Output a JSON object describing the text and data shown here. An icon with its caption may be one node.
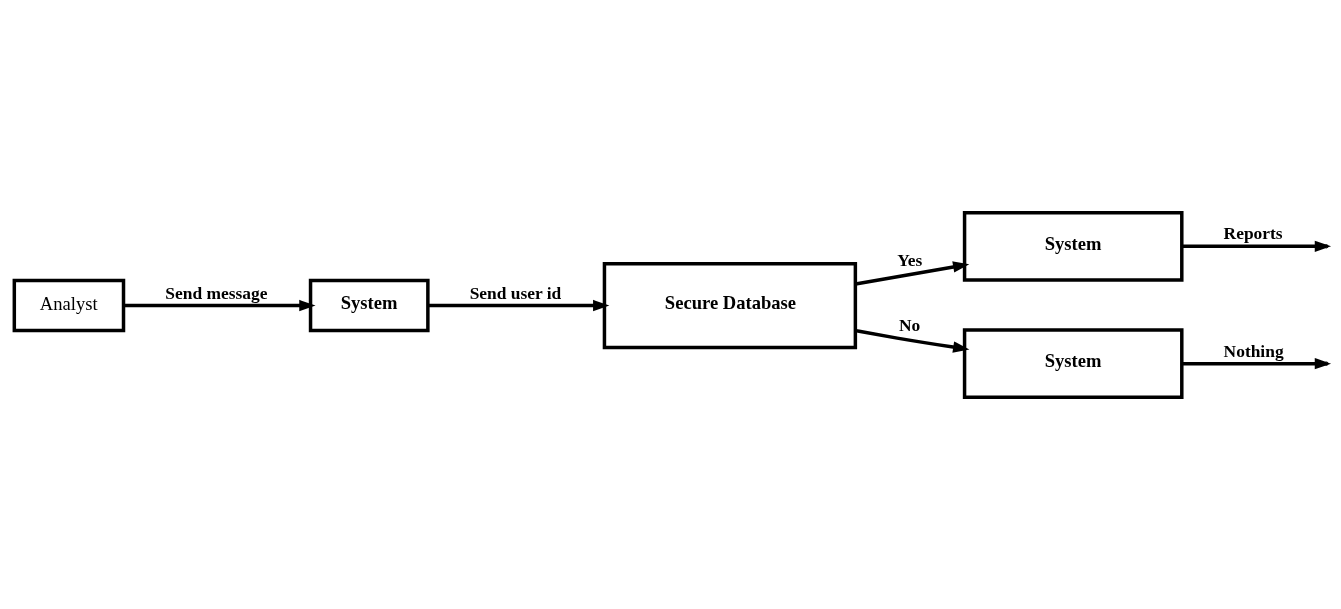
{
  "diagram": {
    "nodes": [
      {
        "text": [
          "Analyst"
        ]
      },
      {
        "text": [
          "System"
        ]
      },
      {
        "text": [
          "Secure Database"
        ]
      },
      {
        "text": [
          "System"
        ]
      },
      {
        "text": [
          "System"
        ]
      }
    ],
    "edges": [
      {
        "from": 0,
        "to": 1,
        "arrow": "to",
        "label": "Send message"
      },
      {
        "from": 1,
        "to": 2,
        "arrow": "to",
        "label": "Send user id"
      },
      {
        "from": 2,
        "to": 3,
        "arrow": "to",
        "label": "Yes"
      },
      {
        "from": 2,
        "to": 4,
        "arrow": "to",
        "label": "No"
      },
      {
        "from": 3,
        "to": null,
        "arrow": "to",
        "label": "Reports"
      },
      {
        "from": 4,
        "to": null,
        "arrow": "to",
        "label": "Nothing"
      }
    ]
  }
}
